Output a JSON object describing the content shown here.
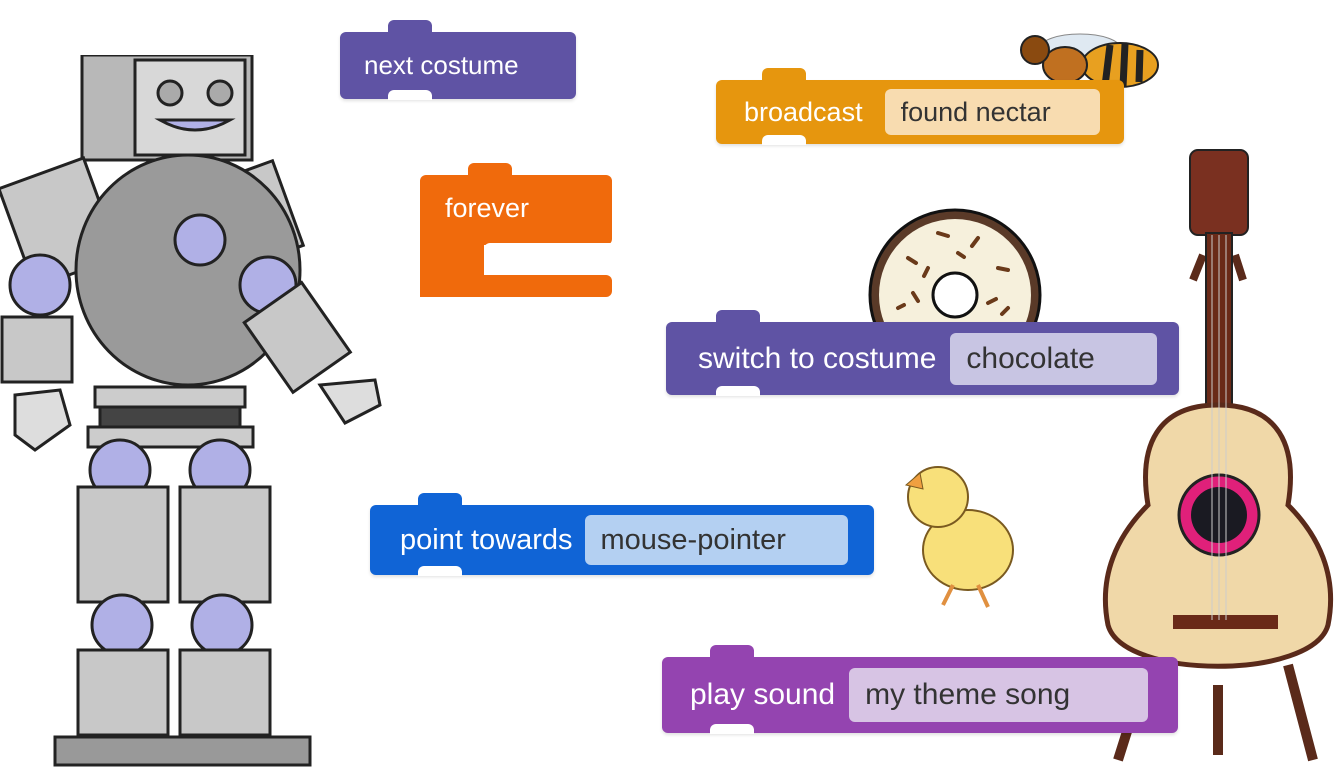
{
  "colors": {
    "looks": "#5F53A4",
    "events": "#E6960E",
    "control": "#F06A0C",
    "motion": "#1064D6",
    "sound": "#9444B0"
  },
  "blocks": {
    "next_costume": {
      "label": "next costume"
    },
    "broadcast": {
      "label": "broadcast",
      "value": "found nectar"
    },
    "forever": {
      "label": "forever"
    },
    "switch_costume": {
      "label": "switch to costume",
      "value": "chocolate"
    },
    "point_towards": {
      "label": "point towards",
      "value": "mouse-pointer"
    },
    "play_sound": {
      "label": "play sound",
      "value": "my theme song"
    }
  },
  "sprites": [
    "robot",
    "bee",
    "donut",
    "chick",
    "guitar"
  ]
}
